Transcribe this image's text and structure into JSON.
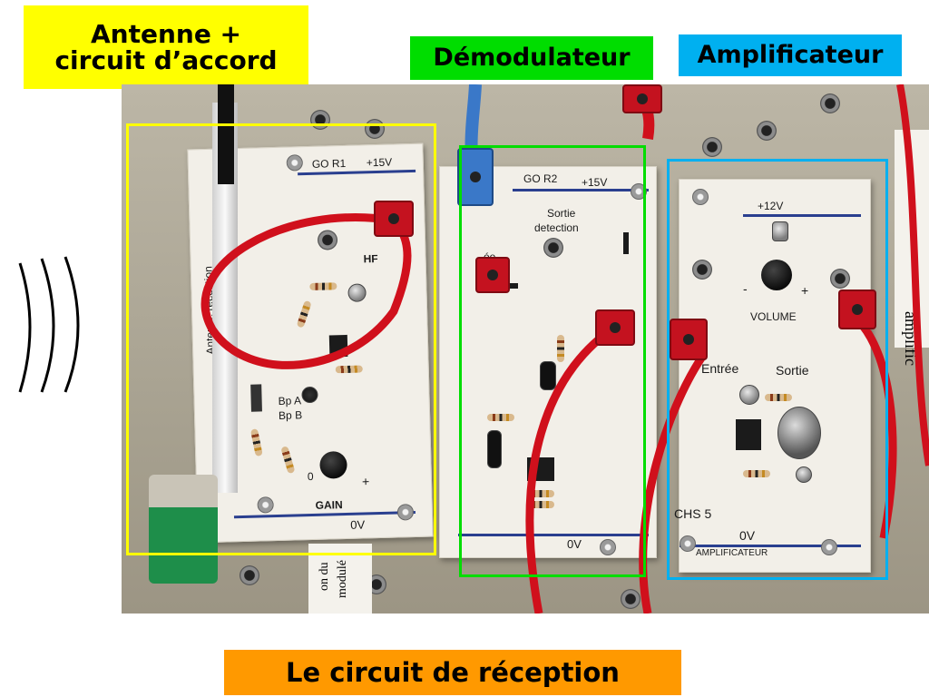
{
  "labels": {
    "antenna": "Antenne +\ncircuit d’accord",
    "demodulator": "Démodulateur",
    "amplifier": "Amplificateur",
    "caption": "Le circuit de réception"
  },
  "boards": {
    "reception": {
      "go_r1": "GO R1",
      "plus15": "+15V",
      "hf": "HF",
      "antenna_side": "Antenne réception",
      "bp_a": "Bp A",
      "bp_b": "Bp B",
      "gain": "GAIN",
      "zero": "0",
      "plus": "+",
      "zero_v": "0V"
    },
    "demod": {
      "go_r2": "GO R2",
      "plus15": "+15V",
      "sortie": "Sortie",
      "detection": "detection",
      "entree": "ée",
      "zero_v": "0V"
    },
    "ampli": {
      "plus12": "+12V",
      "minus": "-",
      "plus": "+",
      "volume": "VOLUME",
      "entree": "Entrée",
      "sortie": "Sortie",
      "chs5": "CHS 5",
      "zero_v": "0V",
      "name": "AMPLIFICATEUR"
    },
    "note": {
      "line1": "on du",
      "line2": "modulé"
    },
    "right_card": "amplific"
  },
  "colors": {
    "yellow": "#ffff00",
    "green": "#00dd00",
    "cyan": "#00b0f0",
    "orange": "#ff9900",
    "cable_red": "#d0101c",
    "cable_blue": "#3a78c8"
  }
}
